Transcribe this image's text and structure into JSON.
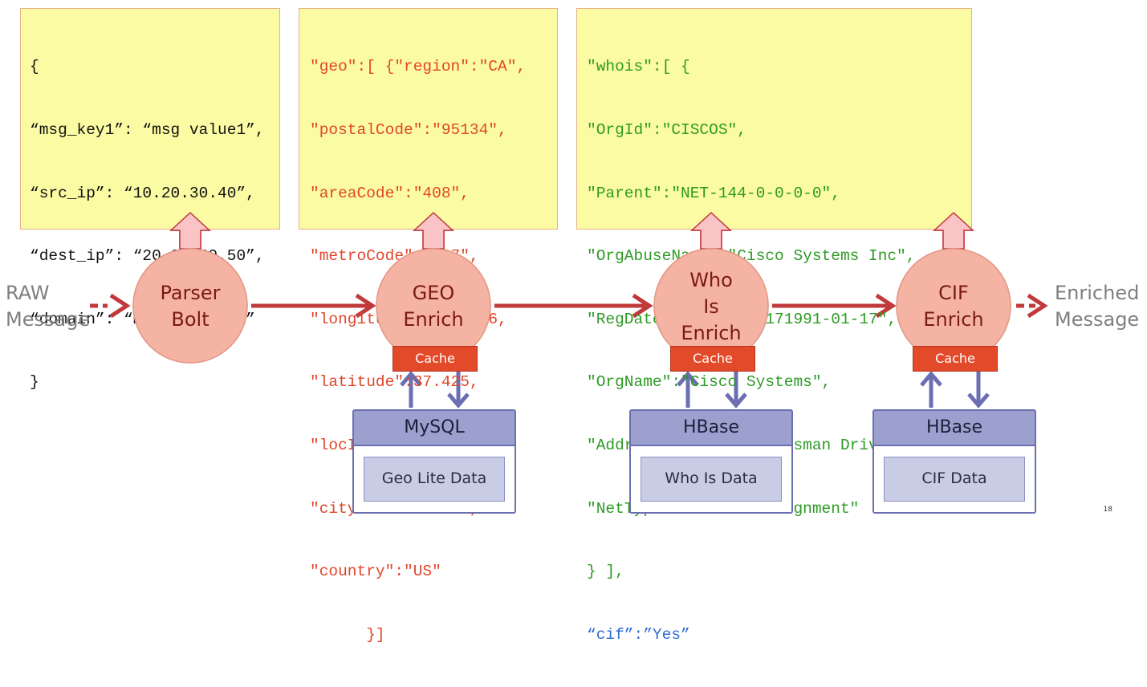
{
  "raw_label": [
    "RAW",
    "Message"
  ],
  "enriched_label": [
    "Enriched",
    "Message"
  ],
  "nodes": [
    {
      "lines": [
        "Parser",
        "Bolt"
      ]
    },
    {
      "lines": [
        "GEO",
        "Enrich"
      ]
    },
    {
      "lines": [
        "Who",
        "Is",
        "Enrich"
      ]
    },
    {
      "lines": [
        "CIF",
        "Enrich"
      ]
    }
  ],
  "cache_label": "Cache",
  "stores": [
    {
      "title": "MySQL",
      "data": "Geo Lite Data"
    },
    {
      "title": "HBase",
      "data": "Who Is Data"
    },
    {
      "title": "HBase",
      "data": "CIF Data"
    }
  ],
  "notes": {
    "raw": [
      "{",
      "“msg_key1”: “msg value1”,",
      "“src_ip”: “10.20.30.40”,",
      "“dest_ip”: “20.30.40.50”,",
      "“domain”: “mydomain.com”",
      "}"
    ],
    "geo": [
      "\"geo\":[ {\"region\":\"CA\",",
      "\"postalCode\":\"95134\",",
      "\"areaCode\":\"408\",",
      "\"metroCode\":\"807\",",
      "\"longitude\":-121.946,",
      "\"latitude\":37.425,",
      "\"locId\":4522,",
      "\"city\":\"San Jose\",",
      "\"country\":\"US\"",
      "      }]"
    ],
    "whois": [
      "\"whois\":[ {",
      "\"OrgId\":\"CISCOS\",",
      "\"Parent\":\"NET-144-0-0-0-0\",",
      "\"OrgAbuseName\":\"Cisco Systems Inc\",",
      "\"RegDate\":\"1991-01-171991-01-17\",",
      "\"OrgName\":\"Cisco Systems\",",
      "\"Address\":\"170 West Tasman Drive\",",
      "\"NetType\":\"Direct Assignment\"",
      "} ],"
    ],
    "cif": "“cif”:”Yes”"
  },
  "page_number": "18",
  "colors": {
    "arrow": "#c0393b",
    "node_fill": "#f5b3a4",
    "node_stroke": "#e39886",
    "up_arrow_fill": "#fac3c6",
    "note_fill": "#fbfba3",
    "geo_text": "#e0462c",
    "whois_text": "#2e9a25",
    "cif_text": "#2f6bd6",
    "db_arrow": "#6b6fb1"
  }
}
